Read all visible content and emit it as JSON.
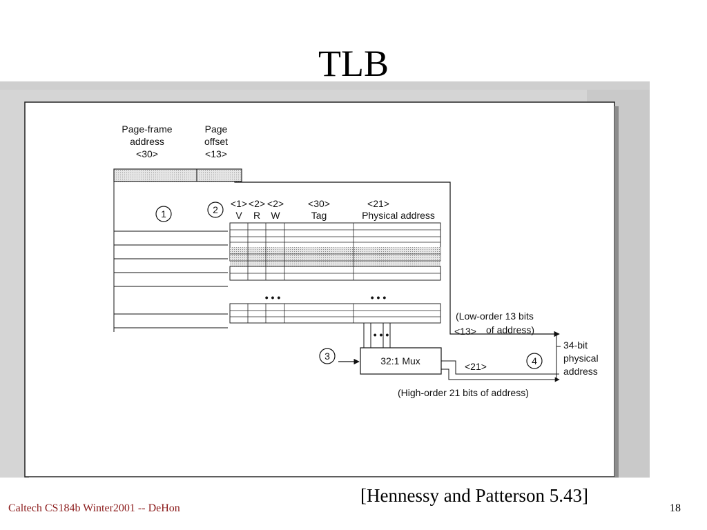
{
  "slide": {
    "title": "TLB",
    "citation": "[Hennessy and Patterson 5.43]",
    "footer": "Caltech CS184b Winter2001 -- DeHon",
    "page_number": "18"
  },
  "figure": {
    "page_frame_label": [
      "Page-frame",
      "address",
      "<30>"
    ],
    "page_offset_label": [
      "Page",
      "offset",
      "<13>"
    ],
    "step_markers": [
      "1",
      "2",
      "3",
      "4"
    ],
    "entry_fields": {
      "valid": [
        "<1>",
        "V"
      ],
      "read": [
        "<2>",
        "R"
      ],
      "write": [
        "<2>",
        "W"
      ],
      "tag": [
        "<30>",
        "Tag"
      ],
      "physical": [
        "<21>",
        "Physical address"
      ]
    },
    "ellipsis": "• • •",
    "mux_label": "32:1 Mux",
    "low_order_label": [
      "(Low-order 13 bits",
      "of address)"
    ],
    "low_order_width": "<13>",
    "high_order_label": "(High-order 21 bits of address)",
    "high_order_width": "<21>",
    "output_label": [
      "34-bit",
      "physical",
      "address"
    ]
  }
}
